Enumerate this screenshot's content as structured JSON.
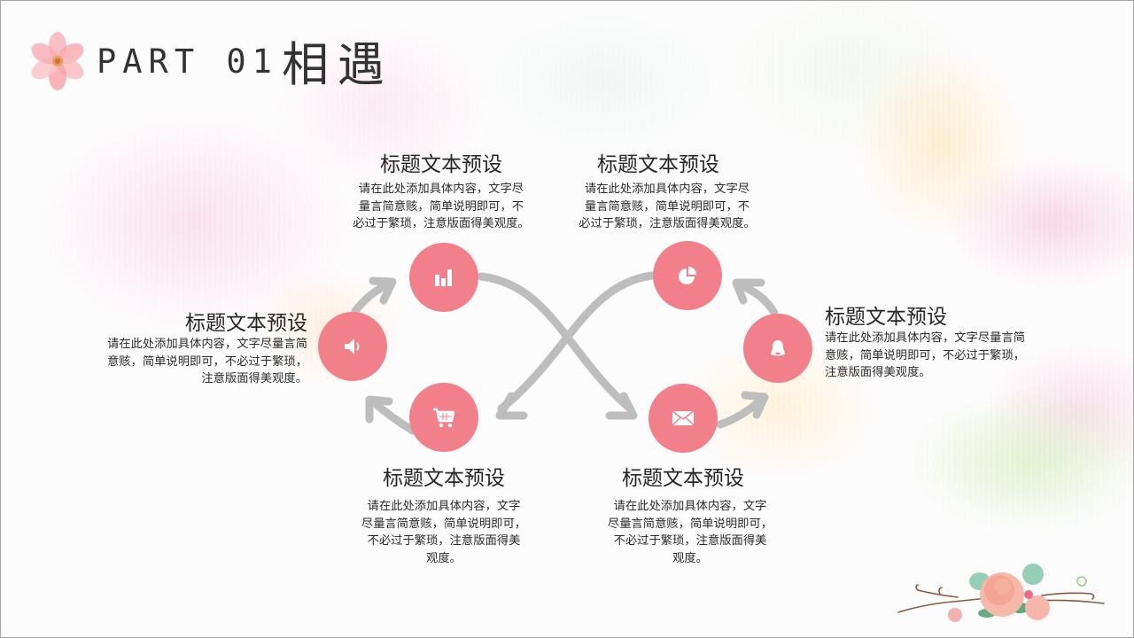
{
  "header": {
    "part_label": "PART 01",
    "title": "相遇"
  },
  "theme": {
    "circle_color": "#f2808a",
    "arrow_color": "#bdbdbd",
    "text_color": "#2b2b2b"
  },
  "nodes": [
    {
      "id": "top-left",
      "icon": "bar-chart-icon"
    },
    {
      "id": "left",
      "icon": "speaker-icon"
    },
    {
      "id": "bottom-left",
      "icon": "shopping-cart-icon"
    },
    {
      "id": "top-right",
      "icon": "pie-chart-icon"
    },
    {
      "id": "right",
      "icon": "bell-icon"
    },
    {
      "id": "bottom-right",
      "icon": "envelope-icon"
    }
  ],
  "items": [
    {
      "position": "top-left",
      "title": "标题文本预设",
      "lines": [
        "请在此处添加具体内容，文字尽",
        "量言简意赅，简单说明即可，不",
        "必过于繁琐，注意版面得美观度。"
      ]
    },
    {
      "position": "top-right",
      "title": "标题文本预设",
      "lines": [
        "请在此处添加具体内容，文字尽",
        "量言简意赅，简单说明即可，不",
        "必过于繁琐，注意版面得美观度。"
      ]
    },
    {
      "position": "left",
      "title": "标题文本预设",
      "lines": [
        "请在此处添加具体内容，文字尽量言简",
        "意赅，简单说明即可，不必过于繁琐，",
        "注意版面得美观度。"
      ]
    },
    {
      "position": "right",
      "title": "标题文本预设",
      "lines": [
        "请在此处添加具体内容，文字尽量言简",
        "意赅，简单说明即可，不必过于繁琐，",
        "注意版面得美观度。"
      ]
    },
    {
      "position": "bottom-left",
      "title": "标题文本预设",
      "lines": [
        "请在此处添加具体内容，文字",
        "尽量言简意赅，简单说明即可，",
        "不必过于繁琐，注意版面得美",
        "观度。"
      ]
    },
    {
      "position": "bottom-right",
      "title": "标题文本预设",
      "lines": [
        "请在此处添加具体内容，文字",
        "尽量言简意赅，简单说明即可，",
        "不必过于繁琐，注意版面得美",
        "观度。"
      ]
    }
  ]
}
